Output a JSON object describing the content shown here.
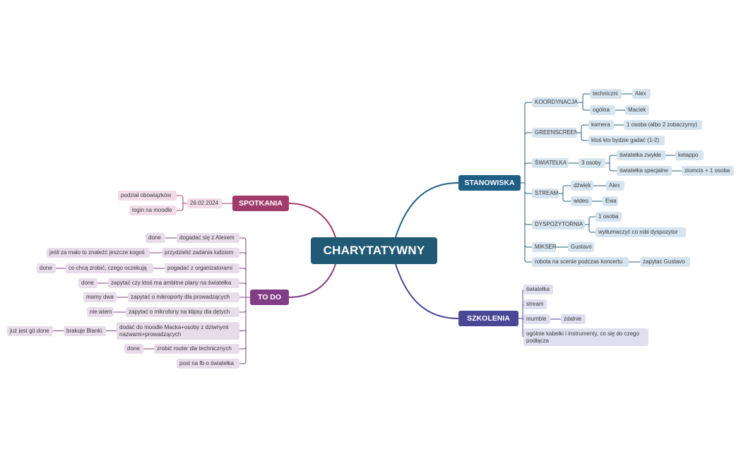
{
  "colors": {
    "center": "#215a74",
    "stanowiska": "#1f5f86",
    "szkolenia": "#4a4797",
    "spotkania": "#a13b6b",
    "todo": "#813d86",
    "stanowiska_leaf": "#d6e4ef",
    "szkolenia_leaf": "#e0dff0",
    "spotkania_leaf": "#f1dbe6",
    "todo_leaf": "#e8dcea"
  },
  "center": {
    "label": "CHARYTATYWNY"
  },
  "stanowiska": {
    "label": "STANOWISKA",
    "koordynacja": {
      "label": "KOORDYNACJA",
      "techniczni": "techniczni",
      "techniczni_who": "Alex",
      "ogolna": "ogólna",
      "ogolna_who": "Maciek"
    },
    "greenscreen": {
      "label": "GREENSCREEN",
      "kamera": "kamera",
      "kamera_note": "1 osoba (albo 2 zobaczymy)",
      "gadac": "ktoś kto bydzie gadać (1-2)"
    },
    "swiatelka": {
      "label": "ŚWIATEŁKA",
      "osoby": "3 osoby",
      "zwykle": "światełka zwykłe",
      "zwykle_who": "ketappo",
      "specjalne": "światełka specjalne",
      "specjalne_who": "ziomcis + 1 osoba"
    },
    "stream": {
      "label": "STREAM",
      "dzwiek": "dźwięk",
      "dzwiek_who": "Alex",
      "wideo": "wideo",
      "wideo_who": "Ewa"
    },
    "dyspozytornia": {
      "label": "DYSPOZYTORNIA",
      "osoba": "1 osoba",
      "wytlumaczyc": "wytłumaczyć co robi dyspozytor"
    },
    "mikser": {
      "label": "MIKSER",
      "who": "Gustavo"
    },
    "robota": {
      "label": "robota na scenie podczas koncertu",
      "note": "zapytac Gustavo"
    }
  },
  "szkolenia": {
    "label": "SZKOLENIA",
    "swiatelka": "światełka",
    "stream": "stream",
    "mumble": "mumble",
    "mumble_note": "zdalnie",
    "kabelki": "ogólnie kabelki i instrumenty, co się do czego podłącza"
  },
  "spotkania": {
    "label": "SPOTKANIA",
    "date": "26.02.2024",
    "podzial": "podział obowiązków",
    "login": "login na moodle"
  },
  "todo": {
    "label": "TO DO",
    "items": [
      {
        "text": "dogadać się z Alexem",
        "notes": [
          "done"
        ]
      },
      {
        "text": "przydzielić zadania ludziom",
        "notes": [
          "jeśli za mało to znaleźć jeszcze kogoś"
        ]
      },
      {
        "text": "pogadać z organizatorami",
        "notes": [
          "co chcą zrobić, czego oczekują",
          "done"
        ]
      },
      {
        "text": "zapytać czy ktoś ma ambitne plany na światełka",
        "notes": [
          "done"
        ]
      },
      {
        "text": "zapytać o mikroporty dla prowadzących",
        "notes": [
          "mamy dwa"
        ]
      },
      {
        "text": "zapytać o mikrofony na klipsy dla dętych",
        "notes": [
          "nie wiem"
        ]
      },
      {
        "text": "dodać do moodle Macka+osoby z dziwnymi nazwami+prowadzących",
        "notes": [
          "brakuje Blanki",
          "już jest git done"
        ]
      },
      {
        "text": "zrobić router dla technicznych",
        "notes": [
          "done"
        ]
      },
      {
        "text": "post na fb o światełka",
        "notes": []
      }
    ]
  }
}
